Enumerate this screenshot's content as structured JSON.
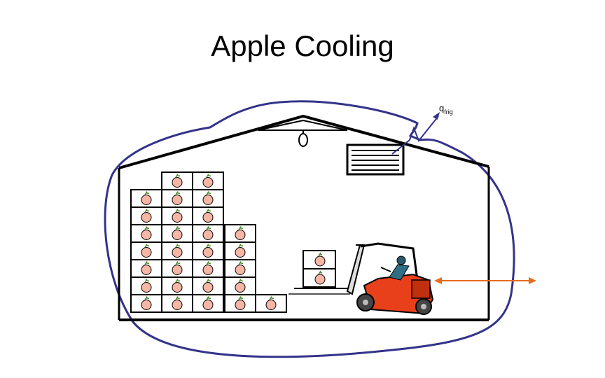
{
  "title": "Apple Cooling",
  "labels": {
    "q_main": "q",
    "q_sub": "frig"
  },
  "colors": {
    "boundary": "#33338a",
    "arrow": "#e36c1f",
    "building": "#000000",
    "forklift": "#e8401a",
    "apple_fill": "#f6b6a6",
    "leaf": "#4f8a2b"
  },
  "icons": {
    "apple": "apple-crate-icon",
    "forklift": "forklift-icon",
    "light": "ceiling-light-icon",
    "refrigerator": "refrigeration-unit-icon"
  }
}
